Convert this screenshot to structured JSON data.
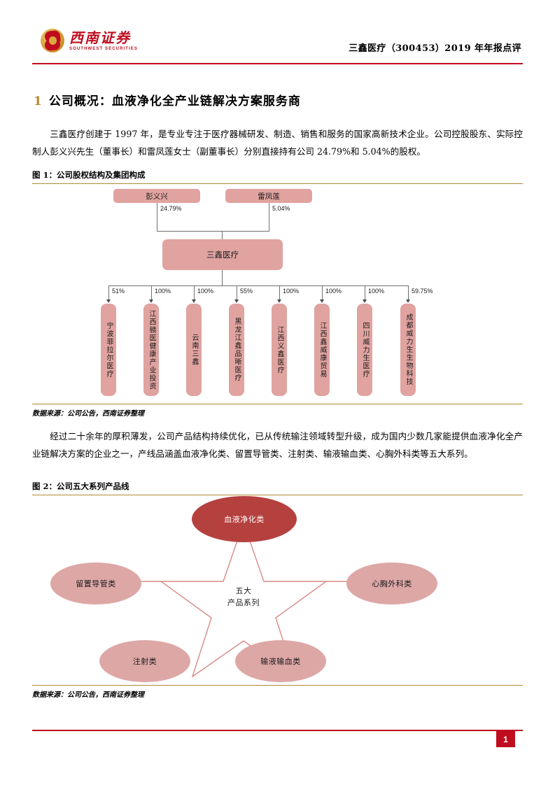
{
  "header": {
    "logo_cn": "西南证券",
    "logo_en": "SOUTHWEST SECURITIES",
    "title": "三鑫医疗（300453）2019 年年报点评"
  },
  "section": {
    "number": "1",
    "title": "公司概况：血液净化全产业链解决方案服务商"
  },
  "paragraphs": {
    "p1": "三鑫医疗创建于 1997 年，是专业专注于医疗器械研发、制造、销售和服务的国家高新技术企业。公司控股股东、实际控制人彭义兴先生（董事长）和雷凤莲女士（副董事长）分别直接持有公司 24.79%和 5.04%的股权。",
    "p2": "经过二十余年的厚积薄发，公司产品结构持续优化，已从传统输注领域转型升级，成为国内少数几家能提供血液净化全产业链解决方案的企业之一，产线品涵盖血液净化类、留置导管类、注射类、输液输血类、心胸外科类等五大系列。"
  },
  "figure1": {
    "caption": "图 1：公司股权结构及集团构成",
    "source": "数据来源：公司公告，西南证券整理",
    "owners": [
      {
        "name": "彭义兴",
        "pct": "24.79%"
      },
      {
        "name": "雷凤莲",
        "pct": "5.04%"
      }
    ],
    "company": "三鑫医疗",
    "subsidiaries": [
      {
        "name": "宁波菲拉尔医疗",
        "pct": "51%"
      },
      {
        "name": "江西赣医健康产业投资",
        "pct": "100%"
      },
      {
        "name": "云南三鑫",
        "pct": "100%"
      },
      {
        "name": "黑龙江鑫品晰医疗",
        "pct": "55%"
      },
      {
        "name": "江西义鑫医疗",
        "pct": "100%"
      },
      {
        "name": "江西鑫威康贸易",
        "pct": "100%"
      },
      {
        "name": "四川威力生医疗",
        "pct": "100%"
      },
      {
        "name": "成都威力生生物科技",
        "pct": "59.75%"
      }
    ]
  },
  "figure2": {
    "caption": "图 2：公司五大系列产品线",
    "source": "数据来源：公司公告，西南证券整理",
    "center_line1": "五大",
    "center_line2": "产品系列",
    "nodes": [
      {
        "label": "血液净化类",
        "position": "top"
      },
      {
        "label": "留置导管类",
        "position": "left"
      },
      {
        "label": "心胸外科类",
        "position": "right"
      },
      {
        "label": "注射类",
        "position": "bottom-left"
      },
      {
        "label": "输液输血类",
        "position": "bottom-right"
      }
    ]
  },
  "footer": {
    "page_number": "1"
  },
  "colors": {
    "brand_red": "#c00d1e",
    "accent_gold": "#b08a32",
    "box_pink": "#e0a3a0",
    "ellipse_main": "#b5413f",
    "ellipse_sub": "#dda7a6"
  }
}
